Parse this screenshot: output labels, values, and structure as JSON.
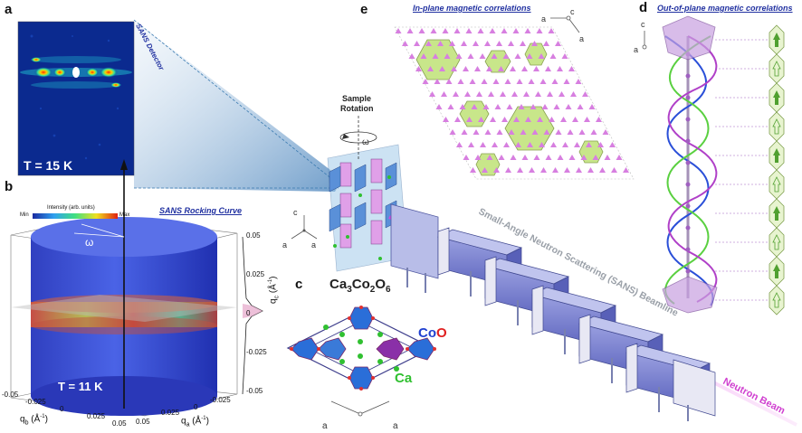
{
  "panels": {
    "a": {
      "label": "a",
      "title": "SANS Detector",
      "temperature": "T = 15 K"
    },
    "b": {
      "label": "b",
      "title": "SANS Rocking Curve",
      "colorbar_title": "Intensity (arb. units)",
      "colorbar_min": "Min",
      "colorbar_max": "Max",
      "omega": "ω",
      "temperature": "T = 11 K",
      "qc_axis_label": "q",
      "qc_axis_sub": "c",
      "qc_axis_unit": " (Å",
      "qc_ticks": [
        "0.05",
        "0.025",
        "0",
        "-0.025",
        "-0.05"
      ],
      "qb_axis_label": "q",
      "qb_axis_sub": "b",
      "qb_axis_unit": " (Å",
      "qb_ticks": [
        "-0.05",
        "-0.025",
        "0",
        "0.025",
        "0.05"
      ],
      "qa_axis_label": "q",
      "qa_axis_sub": "a",
      "qa_axis_unit": " (Å",
      "qa_ticks": [
        "0.05",
        "0.025",
        "0",
        "-0.025"
      ],
      "unit_exp": "-1",
      "unit_close": ")"
    },
    "c": {
      "label": "c",
      "formula_parts": [
        "Ca",
        "3",
        "Co",
        "2",
        "O",
        "6"
      ],
      "legend_co": "Co",
      "legend_o": "O",
      "legend_ca": "Ca",
      "axis_a1": "a",
      "axis_a2": "a"
    },
    "d": {
      "label": "d",
      "title": "Out-of-plane magnetic correlations",
      "axis_c": "c",
      "axis_a": "a"
    },
    "e": {
      "label": "e",
      "title": "In-plane magnetic correlations",
      "axis_c": "c",
      "axis_a1": "a",
      "axis_a2": "a"
    },
    "center": {
      "sample_rotation_line1": "Sample",
      "sample_rotation_line2": "Rotation",
      "omega": "ω",
      "axis_c": "c",
      "axis_a1": "a",
      "axis_a2": "a",
      "beamline_label": "Small-Angle Neutron Scattering (SANS) Beamline",
      "neutron_beam": "Neutron Beam"
    }
  },
  "colors": {
    "blue_title": "#2030a0",
    "detector_bg": "#0b2a8f",
    "cylinder_blue": "#2a3fd0",
    "hexagon_fill": "#c8e68a",
    "triangle_pink": "#d77fe0",
    "helix_blue": "#2a4fd8",
    "helix_green": "#5ad040",
    "helix_purple": "#b040c8",
    "beam_magenta": "#e040e0",
    "co_blue": "#2040d0",
    "o_red": "#e02020",
    "ca_green": "#30c030"
  }
}
